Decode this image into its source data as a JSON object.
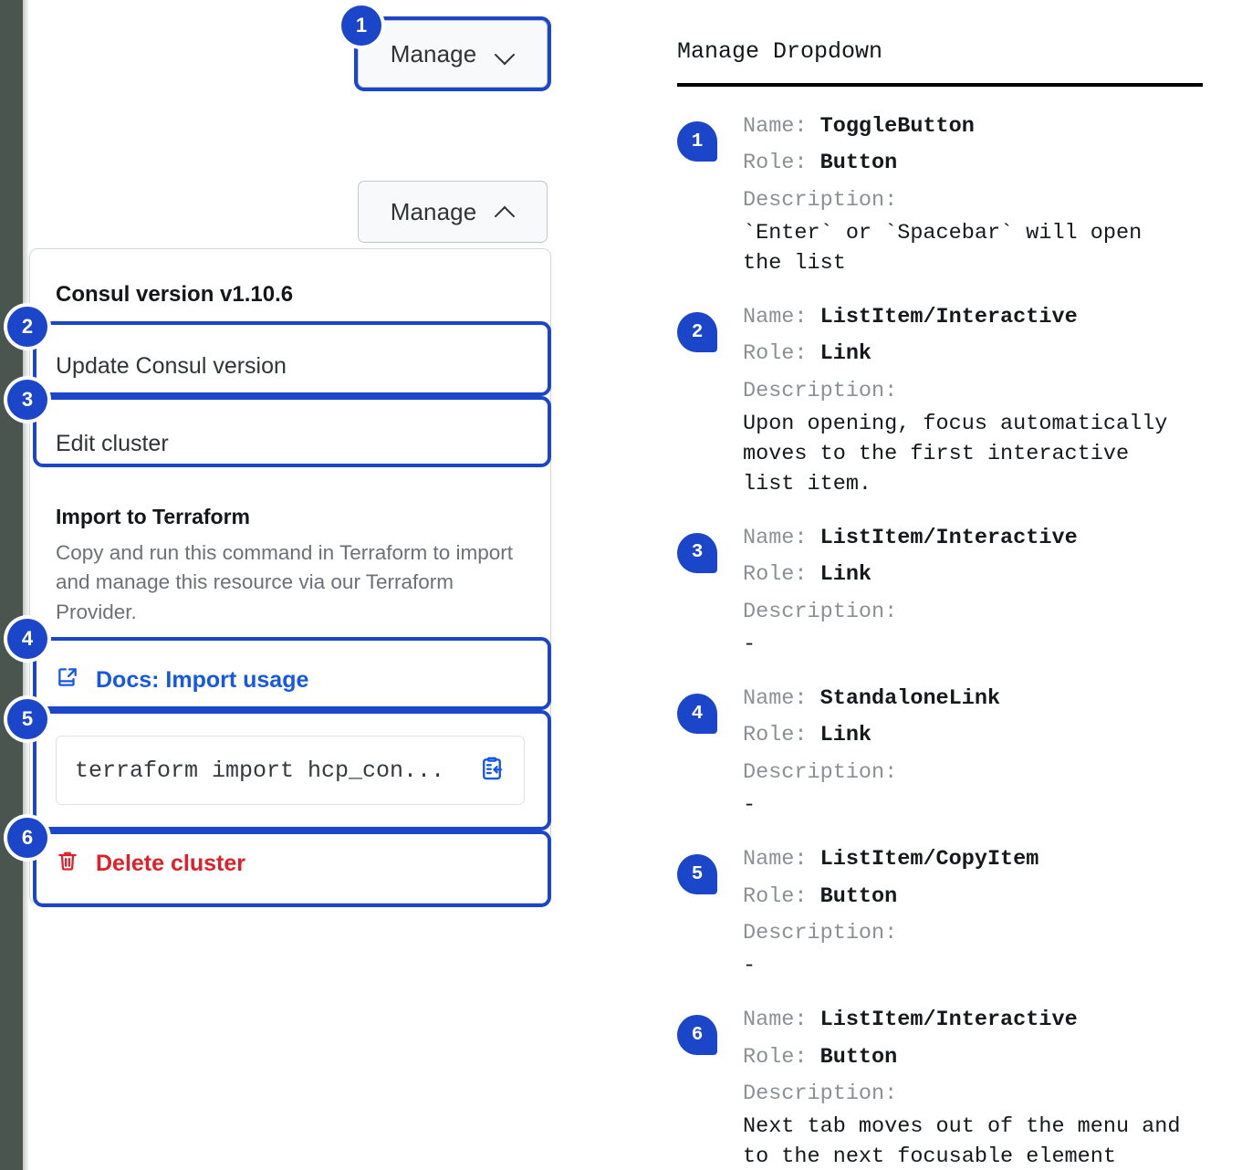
{
  "colors": {
    "accent": "#1c46c9",
    "link": "#1558e8",
    "danger": "#e02029",
    "edge_strip": "#4a5550",
    "muted": "#6b7177"
  },
  "left": {
    "collapsed_button": {
      "label": "Manage",
      "chevron": "chevron-down-icon"
    },
    "expanded_button": {
      "label": "Manage",
      "chevron": "chevron-up-icon"
    },
    "dropdown": {
      "heading": "Consul version v1.10.6",
      "items": [
        {
          "label": "Update Consul version"
        },
        {
          "label": "Edit cluster"
        }
      ],
      "terraform": {
        "title": "Import to Terraform",
        "body": "Copy and run this command in Terraform to import and manage this resource via our Terraform Provider.",
        "docs_link": "Docs: Import usage",
        "docs_icon": "external-link-docs-icon",
        "command": "terraform import hcp_con...",
        "copy_icon": "clipboard-copy-icon"
      },
      "delete": {
        "label": "Delete cluster",
        "icon": "trash-icon"
      }
    },
    "callouts": [
      "1",
      "2",
      "3",
      "4",
      "5",
      "6"
    ]
  },
  "legend": {
    "title": "Manage Dropdown",
    "labels": {
      "name": "Name:",
      "role": "Role:",
      "description": "Description:"
    },
    "rows": [
      {
        "num": "1",
        "name": "ToggleButton",
        "role": "Button",
        "description": "`Enter` or `Spacebar` will open\nthe list"
      },
      {
        "num": "2",
        "name": "ListItem/Interactive",
        "role": "Link",
        "description": "Upon opening, focus automatically\nmoves to the first interactive\nlist item."
      },
      {
        "num": "3",
        "name": "ListItem/Interactive",
        "role": "Link",
        "description": "-"
      },
      {
        "num": "4",
        "name": "StandaloneLink",
        "role": "Link",
        "description": "-"
      },
      {
        "num": "5",
        "name": "ListItem/CopyItem",
        "role": "Button",
        "description": "-"
      },
      {
        "num": "6",
        "name": "ListItem/Interactive",
        "role": "Button",
        "description": "Next tab moves out of the menu and\nto the next focusable element"
      }
    ]
  }
}
